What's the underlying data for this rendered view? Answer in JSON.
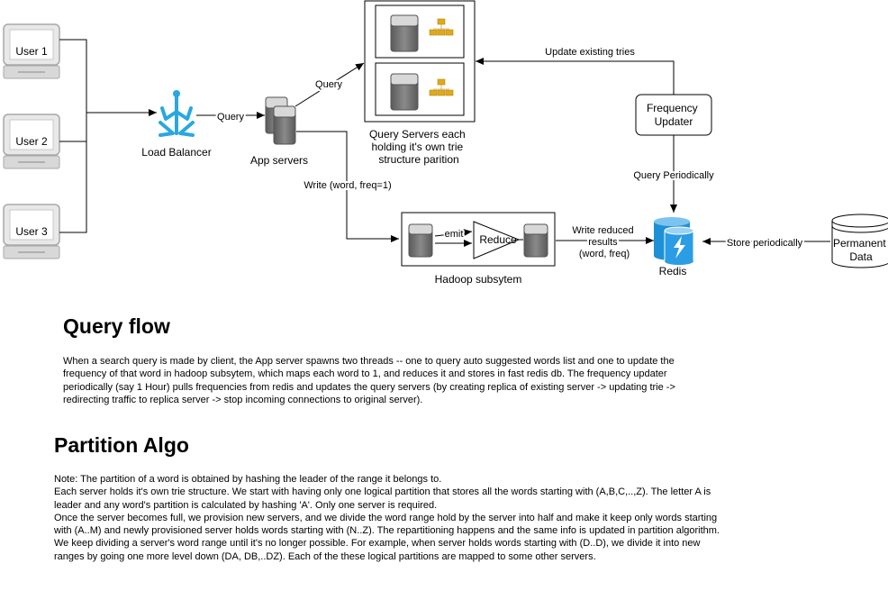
{
  "diagram": {
    "users": [
      "User 1",
      "User 2",
      "User 3"
    ],
    "load_balancer": "Load Balancer",
    "query_label_lb": "Query",
    "app_servers": "App servers",
    "query_label_app": "Query",
    "query_servers_caption": [
      "Query Servers each",
      "holding it's own trie",
      "structure parition"
    ],
    "update_tries": "Update existing tries",
    "frequency_updater": [
      "Frequency",
      "Updater"
    ],
    "query_periodically": "Query Periodically",
    "write_label": "Write (word, freq=1)",
    "emit": "emit",
    "reduce": "Reduce",
    "hadoop": "Hadoop subsytem",
    "write_reduced": [
      "Write reduced",
      "results",
      "(word, freq)"
    ],
    "redis": "Redis",
    "store_periodically": "Store periodically",
    "permanent_data": [
      "Permanent",
      "Data"
    ]
  },
  "query_flow": {
    "heading": "Query flow",
    "paragraph": "When a search query is made by client, the App server spawns two threads -- one to query auto suggested words list and one to update the frequency of that word in hadoop subsytem, which maps each word to 1, and reduces it and stores in fast redis db. The frequency updater periodically (say 1 Hour) pulls frequencies from redis and updates the query servers (by creating replica of existing server -> updating trie -> redirecting traffic to replica server -> stop incoming connections to original server)."
  },
  "partition_algo": {
    "heading": "Partition Algo",
    "paragraphs": [
      "Note: The partition of a word is obtained by hashing the leader of the range it belongs to.",
      "Each server holds it's own trie structure. We start with having only one logical partition that stores all the words starting with (A,B,C,..,Z). The letter A is leader and any word's partition is calculated by hashing 'A'. Only one server is required.",
      "Once the server becomes full, we provision new servers, and we divide the word range hold by the server into half and make it keep only words starting with (A..M) and newly provisioned server holds words starting with (N..Z). The repartitioning happens and the same info is updated in partition algorithm.",
      "We keep dividing a server's word range until it's no longer possible. For example, when server holds words starting with (D..D), we divide it into new ranges by going one more level down (DA, DB,..DZ). Each of the these logical partitions are mapped to some other servers."
    ]
  },
  "colors": {
    "load_balancer": "#29a8e0",
    "redis": "#1e90d6",
    "server_dark": "#6d6d6d",
    "server_light": "#d7d7d7",
    "org_icon": "#e0a81c"
  }
}
